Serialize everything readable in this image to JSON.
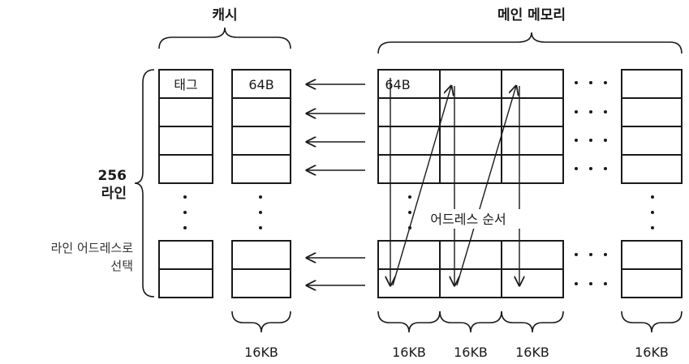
{
  "labels": {
    "cache_title": "캐시",
    "memory_title": "메인 메모리",
    "lines_count": "256",
    "lines_word": "라인",
    "select_line1": "라인 어드레스로",
    "select_line2": "선택",
    "tag_cell": "태그",
    "cache_data_cell": "64B",
    "memory_cell": "64B",
    "address_order": "어드레스 순서",
    "size_cache": "16KB",
    "size_mem_1": "16KB",
    "size_mem_2": "16KB",
    "size_mem_3": "16KB",
    "size_mem_4": "16KB"
  }
}
